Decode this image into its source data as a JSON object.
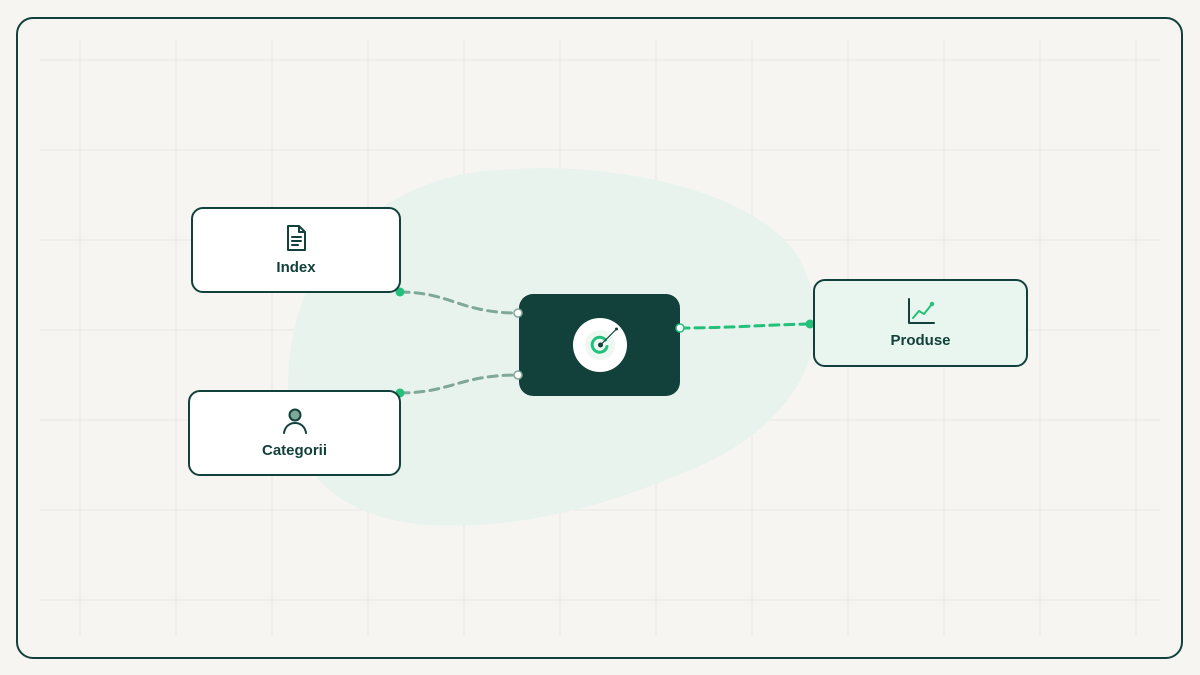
{
  "diagram": {
    "nodes": {
      "index": {
        "label": "Index",
        "icon": "document-icon"
      },
      "categorii": {
        "label": "Categorii",
        "icon": "user-icon"
      },
      "hub": {
        "label": "",
        "icon": "target-icon"
      },
      "produse": {
        "label": "Produse",
        "icon": "line-chart-icon"
      }
    },
    "edges": [
      {
        "from": "index",
        "to": "hub"
      },
      {
        "from": "categorii",
        "to": "hub"
      },
      {
        "from": "hub",
        "to": "produse"
      }
    ]
  },
  "colors": {
    "background": "#f6f5f2",
    "frame_border": "#12403a",
    "hub_fill": "#12403a",
    "accent": "#22c07a",
    "input_edge": "#7fa898",
    "blob": "#e8f3ee",
    "output_node_fill": "#e9f6ef"
  }
}
